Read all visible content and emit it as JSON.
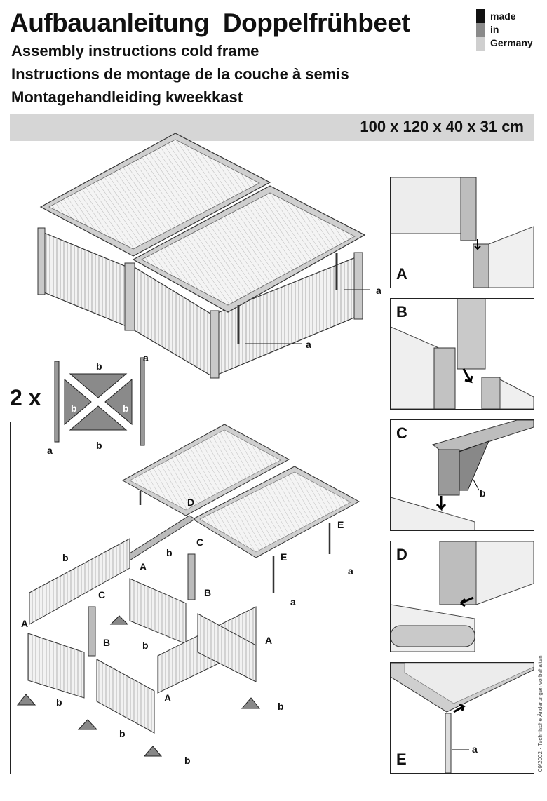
{
  "header": {
    "title": "Aufbauanleitung  Doppelfrühbeet",
    "subtitle_en": "Assembly instructions cold frame",
    "subtitle_fr": "Instructions de montage de la couche à semis",
    "subtitle_nl": "Montagehandleiding kweekkast"
  },
  "badge": {
    "line1": "made",
    "line2": "in",
    "line3": "Germany",
    "colors": [
      "#111111",
      "#8a8a8a",
      "#cfcfcf"
    ]
  },
  "dimensions": "100 x 120 x 40 x 31 cm",
  "overview": {
    "label_a1": "a",
    "label_a2": "a"
  },
  "hardware": {
    "multiplier": "2 x",
    "b1": "b",
    "b2": "b",
    "b3": "b",
    "b4": "b",
    "a1": "a",
    "a2": "a"
  },
  "exploded": {
    "D": "D",
    "C1": "C",
    "C2": "C",
    "E1": "E",
    "E2": "E",
    "A1": "A",
    "A2": "A",
    "A3": "A",
    "A4": "A",
    "B1": "B",
    "B2": "B",
    "b1": "b",
    "b2": "b",
    "b3": "b",
    "b4": "b",
    "b5": "b",
    "b6": "b",
    "b7": "b",
    "a1": "a",
    "a2": "a"
  },
  "panels": [
    {
      "letter": "A"
    },
    {
      "letter": "B"
    },
    {
      "letter": "C",
      "callout": "b"
    },
    {
      "letter": "D"
    },
    {
      "letter": "E",
      "callout": "a"
    }
  ],
  "footnote": "09/2002 · Technische Änderungen vorbehalten"
}
